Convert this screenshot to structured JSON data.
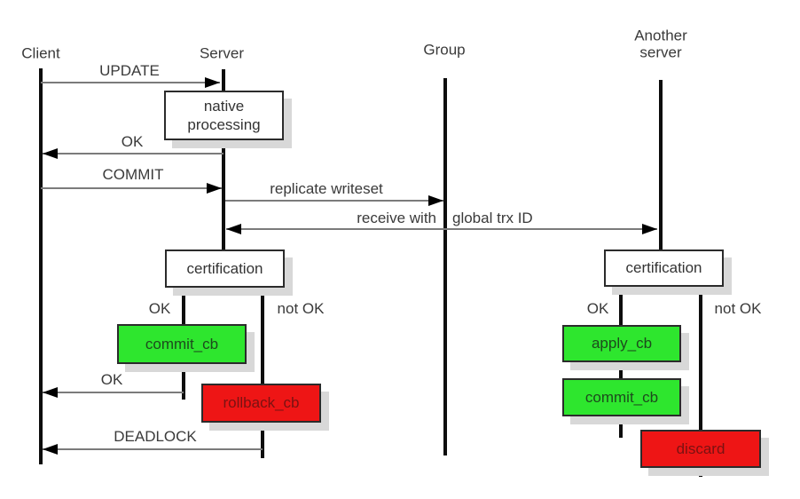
{
  "diagram": {
    "type": "sequence-diagram",
    "subject": "certification based replication flow",
    "actors": {
      "client": "Client",
      "server": "Server",
      "group": "Group",
      "another_server": "Another server"
    },
    "messages": {
      "update": "UPDATE",
      "ok_native": "OK",
      "commit": "COMMIT",
      "replicate_writeset": "replicate writeset",
      "receive_with": "receive with",
      "global_trx_id": "global trx ID",
      "ok_commit": "OK",
      "deadlock": "DEADLOCK"
    },
    "boxes": {
      "native_processing": "native processing",
      "certification_left": "certification",
      "certification_right": "certification",
      "commit_cb_left": "commit_cb",
      "rollback_cb": "rollback_cb",
      "apply_cb": "apply_cb",
      "commit_cb_right": "commit_cb",
      "discard": "discard"
    },
    "branches": {
      "ok_left": "OK",
      "not_ok_left": "not OK",
      "ok_right": "OK",
      "not_ok_right": "not OK"
    },
    "colors": {
      "success_green": "#2ee62e",
      "failure_red": "#ee1515",
      "box_shadow_gray": "#d8d8d8",
      "lifeline_black": "#0d0d0d",
      "arrow_line_gray": "#7b7b7b",
      "arrowhead_black": "#000000",
      "text_dark": "#3a3a3a"
    }
  }
}
